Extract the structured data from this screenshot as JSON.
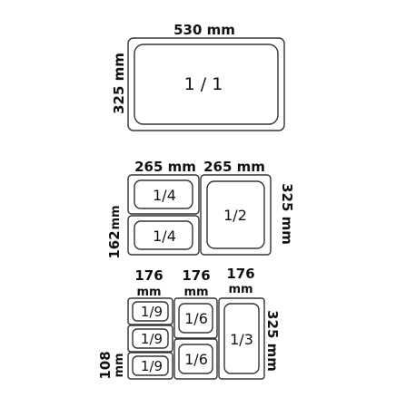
{
  "full_pan": {
    "width_label": "530 mm",
    "depth_label": "325 mm",
    "fraction": "1 / 1"
  },
  "row_halves": {
    "width_a": "265 mm",
    "width_b": "265 mm",
    "depth_label": "325 mm",
    "small_depth_value": "162",
    "small_depth_unit": "mm",
    "quarter_top": "1/4",
    "quarter_bottom": "1/4",
    "half": "1/2"
  },
  "row_thirds": {
    "width_a_value": "176",
    "width_a_unit": "mm",
    "width_b_value": "176",
    "width_b_unit": "mm",
    "width_c_value": "176",
    "width_c_unit": "mm",
    "depth_label": "325 mm",
    "small_depth_value": "108",
    "small_depth_unit": "mm",
    "ninth_1": "1/9",
    "ninth_2": "1/9",
    "ninth_3": "1/9",
    "sixth_top": "1/6",
    "sixth_bottom": "1/6",
    "third": "1/3"
  }
}
